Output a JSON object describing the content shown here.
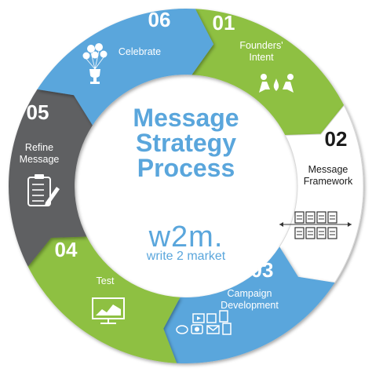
{
  "center": {
    "title_lines": [
      "Message",
      "Strategy",
      "Process"
    ],
    "logo": "w2m.",
    "logo_sub": "write 2 market"
  },
  "colors": {
    "blue": "#5aa6dc",
    "green": "#8ec042",
    "gray": "#5e6062",
    "white": "#ffffff",
    "dark_text": "#1a1a1a"
  },
  "steps": [
    {
      "number": "01",
      "label_lines": [
        "Founders'",
        "Intent"
      ],
      "color": "green",
      "icon": "campfire-people-icon"
    },
    {
      "number": "02",
      "label_lines": [
        "Message",
        "Framework"
      ],
      "color": "white",
      "icon": "message-blocks-icon"
    },
    {
      "number": "03",
      "label_lines": [
        "Campaign",
        "Development"
      ],
      "color": "blue",
      "icon": "media-icons"
    },
    {
      "number": "04",
      "label_lines": [
        "Test"
      ],
      "color": "green",
      "icon": "analytics-monitor-icon"
    },
    {
      "number": "05",
      "label_lines": [
        "Refine",
        "Message"
      ],
      "color": "gray",
      "icon": "clipboard-pen-icon"
    },
    {
      "number": "06",
      "label_lines": [
        "Celebrate"
      ],
      "color": "blue",
      "icon": "trophy-balloons-icon"
    }
  ]
}
